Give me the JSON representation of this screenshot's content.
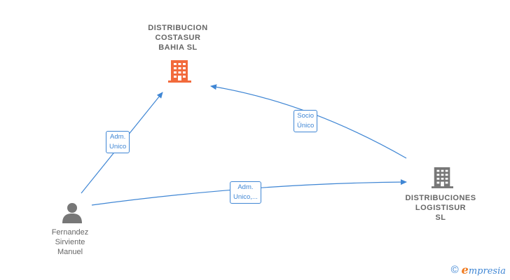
{
  "colors": {
    "edge": "#3f86d4",
    "company_main": "#f26a3b",
    "company_other": "#777777",
    "person": "#777777",
    "label_text": "#666666"
  },
  "nodes": {
    "company_main": {
      "label": "DISTRIBUCION\nCOSTASUR\nBAHIA  SL",
      "icon": "building-icon"
    },
    "company_other": {
      "label": "DISTRIBUCIONES\nLOGISTISUR\nSL",
      "icon": "building-icon"
    },
    "person": {
      "label": "Fernandez\nSirviente\nManuel",
      "icon": "person-icon"
    }
  },
  "edges": {
    "person_to_main": {
      "label": "Adm.\nUnico"
    },
    "other_to_main": {
      "label": "Socio\nÚnico"
    },
    "person_to_other": {
      "label": "Adm.\nUnico,..."
    }
  },
  "brand": {
    "copyright": "©",
    "e": "e",
    "rest": "mpresia"
  }
}
